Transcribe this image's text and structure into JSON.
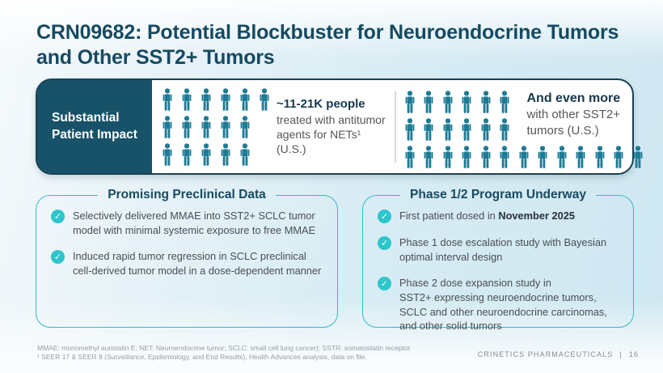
{
  "title": "CRN09682: Potential Blockbuster for Neuroendocrine Tumors and Other SST2+ Tumors",
  "colors": {
    "icon_teal": "#1E7B96",
    "panel_dark": "#175269",
    "banner_border": "#1B4153",
    "box_border": "#33BAC7",
    "check_circle": "#2EC5CD",
    "heading": "#174A61"
  },
  "banner": {
    "label": "Substantial Patient Impact",
    "group1": {
      "icon_rows": [
        6,
        5,
        5
      ],
      "headline": "~11-21K people",
      "body": "treated with antitumor agents for NETs¹ (U.S.)"
    },
    "group2": {
      "icon_rows": [
        6,
        6,
        13
      ],
      "headline": "And even more",
      "body": "with other SST2+ tumors (U.S.)"
    }
  },
  "boxes": {
    "left": {
      "title": "Promising Preclinical Data",
      "bullets": [
        {
          "prefix": "Selectively delivered MMAE into SST2+ SCLC tumor model with minimal systemic exposure to free MMAE",
          "bold": ""
        },
        {
          "prefix": "Induced rapid tumor regression in SCLC preclinical cell-derived tumor model in a dose-dependent manner",
          "bold": ""
        }
      ]
    },
    "right": {
      "title": "Phase 1/2 Program Underway",
      "bullets": [
        {
          "prefix": "First patient dosed in ",
          "bold": "November 2025"
        },
        {
          "prefix": "Phase 1 dose escalation study with Bayesian optimal interval design",
          "bold": ""
        },
        {
          "prefix": "Phase 2 dose expansion study in\nSST2+ expressing neuroendocrine tumors, SCLC and other neuroendocrine carcinomas,  and other solid tumors",
          "bold": ""
        }
      ]
    }
  },
  "footer": {
    "note1": "MMAE: monomethyl auristatin E; NET: Neuroendocrine tumor; SCLC: small cell lung cancer); SSTR: somatostatin receptor",
    "note2": "¹ SEER 17 & SEER 8 (Surveillance, Epidemiology, and End Results), Health Advances analysis, data on file.",
    "brand": "CRINETICS PHARMACEUTICALS",
    "separator": "|",
    "page_number": "16"
  }
}
